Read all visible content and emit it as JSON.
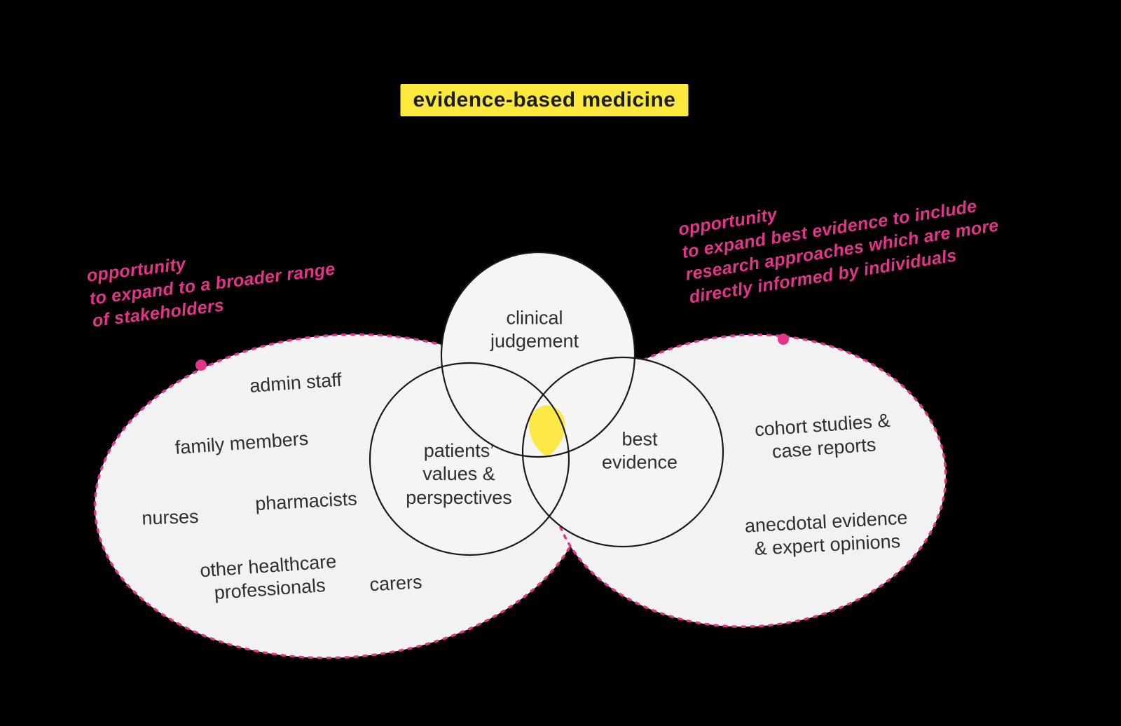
{
  "colors": {
    "background": "#000000",
    "accent_pink": "#e3348a",
    "highlight_yellow": "#fce93e",
    "blob_fill": "#f2f2f2",
    "circle_fill": "#f5f5f5",
    "outline": "#1a1a1a",
    "label_text": "#2e2e2e"
  },
  "title": "evidence-based medicine",
  "venn": {
    "clinical_label": "clinical\njudgement",
    "patients_label": "patients’\nvalues &\nperspectives",
    "evidence_label": "best\nevidence",
    "intersection_color": "#fce945"
  },
  "stakeholders": {
    "items": [
      {
        "label": "admin staff"
      },
      {
        "label": "family members"
      },
      {
        "label": "nurses"
      },
      {
        "label": "pharmacists"
      },
      {
        "label": "other healthcare\nprofessionals"
      },
      {
        "label": "carers"
      }
    ]
  },
  "evidence_types": {
    "items": [
      {
        "label": "cohort studies &\ncase reports"
      },
      {
        "label": "anecdotal evidence\n& expert opinions"
      }
    ]
  },
  "annotations": {
    "left": "opportunity\nto expand to a broader range\nof stakeholders",
    "right": "opportunity\nto expand best evidence to include\nresearch approaches which are more\ndirectly informed by individuals"
  }
}
